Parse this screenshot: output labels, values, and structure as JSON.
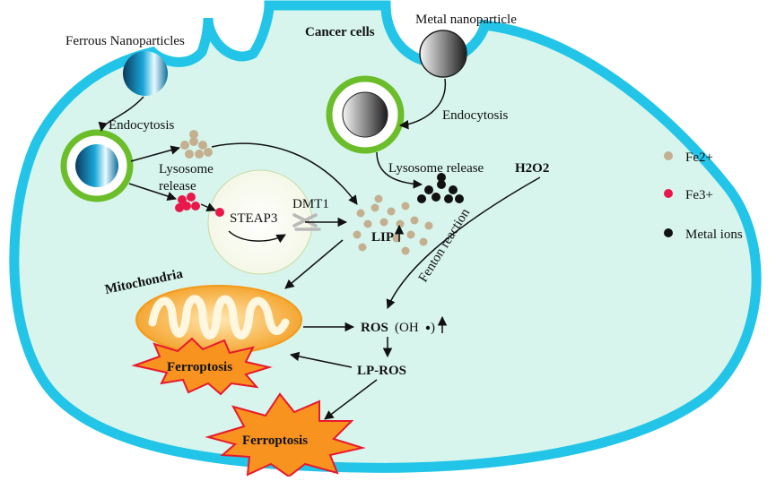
{
  "labels": {
    "cell": "Cancer cells",
    "ferrous_np": "Ferrous Nanoparticles",
    "metal_np": "Metal nanoparticle",
    "endocytosis_left": "Endocytosis",
    "endocytosis_right": "Endocytosis",
    "lysosome_release_left_1": "Lysosome",
    "lysosome_release_left_2": "release",
    "lysosome_release_right": "Lysosome release",
    "h2o2": "H2O2",
    "fenton": "Fenton reaction",
    "steap3": "STEAP3",
    "dmt1": "DMT1",
    "lip": "LIP",
    "mitochondria": "Mitochondria",
    "ros": "ROS",
    "oh": "(OH",
    "lp_ros": "LP-ROS",
    "ferroptosis_small": "Ferroptosis",
    "ferroptosis_big": "Ferroptosis"
  },
  "legend": [
    {
      "label": "Fe2+",
      "color": "#c4b091"
    },
    {
      "label": "Fe3+",
      "color": "#e8184a"
    },
    {
      "label": "Metal ions",
      "color": "#111111"
    }
  ],
  "colors": {
    "cell_fill": "#d7f5ec",
    "cell_border": "#22c5e8",
    "vesicle_ring": "#6bbd2a",
    "fe2": "#c4b091",
    "fe3": "#e8184a",
    "metal": "#111111",
    "mito_fill": "#f5a623",
    "burst_fill": "#f7931e",
    "burst_stroke": "#e8182e"
  }
}
